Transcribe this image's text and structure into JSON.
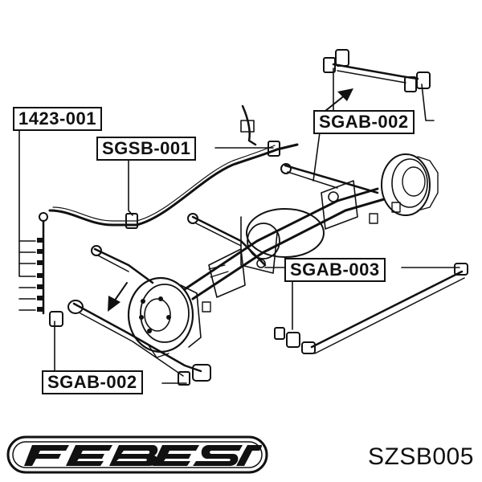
{
  "labels": {
    "link": "1423-001",
    "stabilizer_bushing": "SGSB-001",
    "arm_bushing_top": "SGAB-002",
    "arm_bushing_mid": "SGAB-003",
    "arm_bushing_bottom": "SGAB-002"
  },
  "brand": "FEBEST",
  "part_code": "SZSB005",
  "colors": {
    "line": "#111111",
    "background": "#ffffff"
  }
}
